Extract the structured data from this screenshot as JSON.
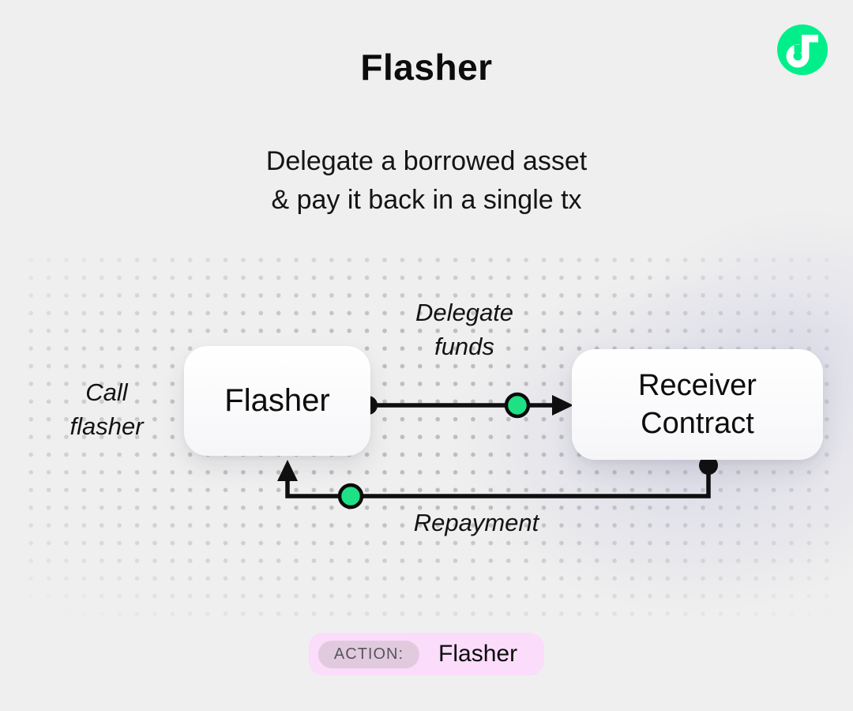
{
  "page": {
    "background": "#efefef",
    "text_color": "#111111",
    "dot_color": "#b8b8bf"
  },
  "header": {
    "title": "Flasher",
    "subtitle_line1": "Delegate a borrowed asset",
    "subtitle_line2": "& pay it back in a single tx",
    "logo_icon": "flow-logo",
    "logo_green": "#00EF8B"
  },
  "diagram": {
    "nodes": [
      {
        "id": "flasher",
        "label": "Flasher"
      },
      {
        "id": "receiver",
        "lines": [
          "Receiver",
          "Contract"
        ]
      }
    ],
    "edges": [
      {
        "id": "delegate",
        "from": "flasher",
        "to": "receiver",
        "label_line1": "Delegate",
        "label_line2": "funds"
      },
      {
        "id": "repayment",
        "from": "receiver",
        "to": "flasher",
        "label": "Repayment"
      }
    ],
    "side_label": {
      "line1": "Call",
      "line2": "flasher"
    },
    "marker_green": "#1ee085",
    "line_color": "#0f0f0f"
  },
  "footer": {
    "action_label": "ACTION:",
    "action_value": "Flasher",
    "pill_bg": "#fbdcfa",
    "badge_bg": "#e1c9de"
  }
}
